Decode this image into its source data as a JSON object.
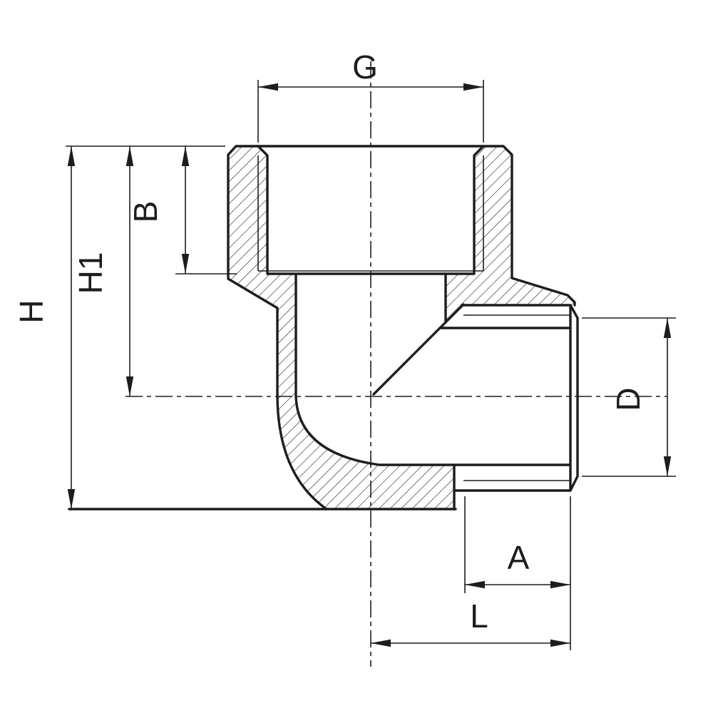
{
  "page": {
    "background_color": "#ffffff",
    "line_color": "#1d1d1b",
    "drawing_type": "sectioned elbow pipe fitting dimension drawing"
  },
  "labels": {
    "G": "G",
    "H": "H",
    "H1": "H1",
    "B": "B",
    "D": "D",
    "A": "A",
    "L": "L"
  }
}
